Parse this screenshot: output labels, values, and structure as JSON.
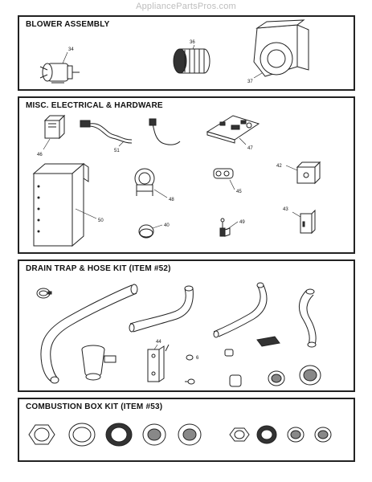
{
  "watermark": "AppliancePartsPros.com",
  "sections": [
    {
      "title": "BLOWER ASSEMBLY",
      "parts": [
        "34",
        "36",
        "37"
      ]
    },
    {
      "title": "MISC. ELECTRICAL & HARDWARE",
      "parts": [
        "46",
        "51",
        "47",
        "42",
        "48",
        "45",
        "50",
        "43",
        "40",
        "49"
      ]
    },
    {
      "title": "DRAIN TRAP & HOSE KIT (ITEM #52)",
      "parts": [
        "44",
        "6"
      ]
    },
    {
      "title": "COMBUSTION BOX KIT (ITEM #53)",
      "parts": []
    }
  ]
}
